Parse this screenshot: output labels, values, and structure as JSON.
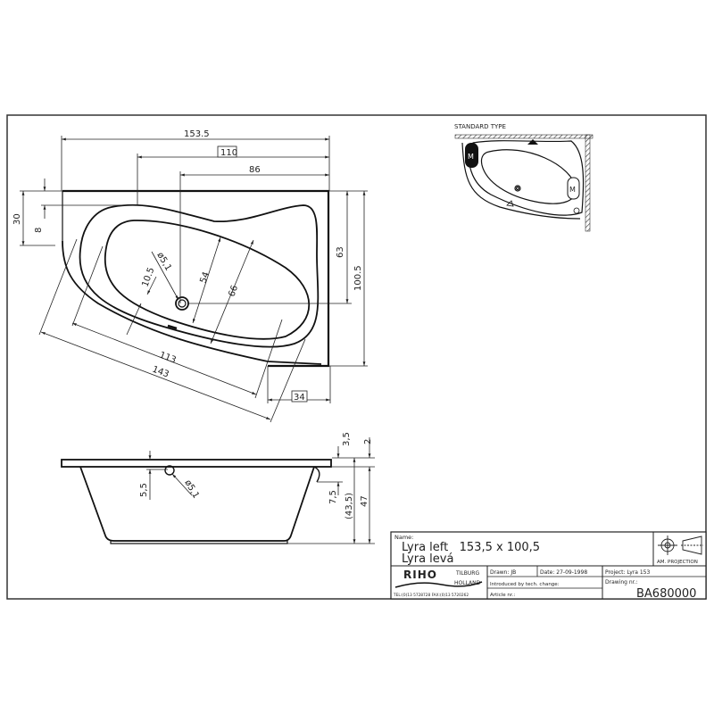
{
  "drawing": {
    "type": "technical-drawing",
    "subject": "corner bathtub",
    "top_view": {
      "dimensions": {
        "overall_length": "153.5",
        "boxed_length": "110",
        "drain_offset": "86",
        "rim_offset": "30",
        "inner_offset": "8",
        "drain_from_back": "63",
        "overall_width": "100.5",
        "basin_inner_width": "54",
        "basin_outer_width": "66",
        "rim_width": "10.5",
        "drain_diameter": "ø5,1",
        "inner_length": "113",
        "outer_length": "143",
        "corner_width": "34"
      }
    },
    "side_view": {
      "dimensions": {
        "overflow_offset": "5,5",
        "overflow_diameter": "ø5,1",
        "rim_height": "3,5",
        "edge_height": "2",
        "overflow_height": "7,5",
        "inner_depth": "(43,5)",
        "total_height": "47"
      }
    },
    "standard_type": {
      "label": "STANDARD TYPE",
      "motor_label": "M"
    }
  },
  "title_block": {
    "name_label": "Name:",
    "name_line1": "Lyra left   153,5 x 100,5",
    "name_line2": "Lyra levá",
    "projection_label": "AM. PROJECTION",
    "company": "RIHO",
    "city": "TILBURG",
    "country": "HOLLAND",
    "phone": "TEL:(0)13 5728728  FAX:(0)13 5720262",
    "drawn": "Drawn:  JB",
    "date": "Date: 27-09-1998",
    "project": "Project:  Lyra 153",
    "introduced": "Introduced by tech. change:",
    "article": "Article nr.:",
    "drawing_nr_label": "Drawing nr.:",
    "drawing_nr": "BA680000"
  }
}
